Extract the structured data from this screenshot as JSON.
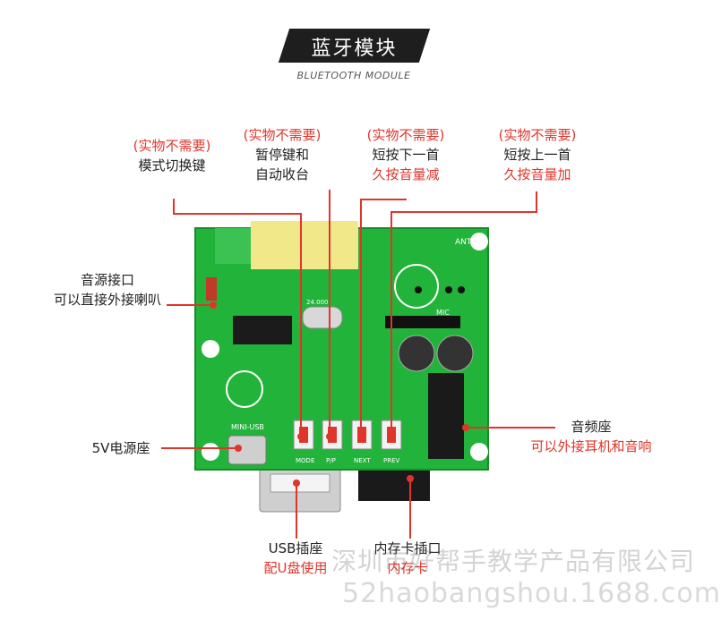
{
  "header": {
    "title": "蓝牙模块",
    "subtitle": "BLUETOOTH MODULE"
  },
  "callouts": {
    "mode": {
      "note": "(实物不需要)",
      "line1": "模式切换键"
    },
    "pause": {
      "note": "(实物不需要)",
      "line1": "暂停键和",
      "line2": "自动收台"
    },
    "next": {
      "note": "(实物不需要)",
      "line1": "短按下一首",
      "line2": "久按音量减"
    },
    "prev": {
      "note": "(实物不需要)",
      "line1": "短按上一首",
      "line2": "久按音量加"
    },
    "audio_in": {
      "line1": "音源接口",
      "line2": "可以直接外接喇叭"
    },
    "power": {
      "line1": "5V电源座"
    },
    "usb": {
      "line1": "USB插座",
      "line2": "配U盘使用"
    },
    "card": {
      "line1": "内存卡插口",
      "line2": "内存卡"
    },
    "jack": {
      "line1": "音频座",
      "line2": "可以外接耳机和音响"
    }
  },
  "board": {
    "ant": "ANT",
    "mic": "MIC",
    "mini_usb": "MINI-USB",
    "crystal": "24.000",
    "buttons": [
      "MODE",
      "P/P",
      "NEXT",
      "PREV"
    ]
  },
  "watermark": {
    "line1": "深圳市好帮手教学产品有限公司",
    "line2": "52haobangshou.1688.com"
  },
  "colors": {
    "accent": "#e0352b",
    "pcb": "#22b33a",
    "header_bg": "#1e1e1e"
  }
}
